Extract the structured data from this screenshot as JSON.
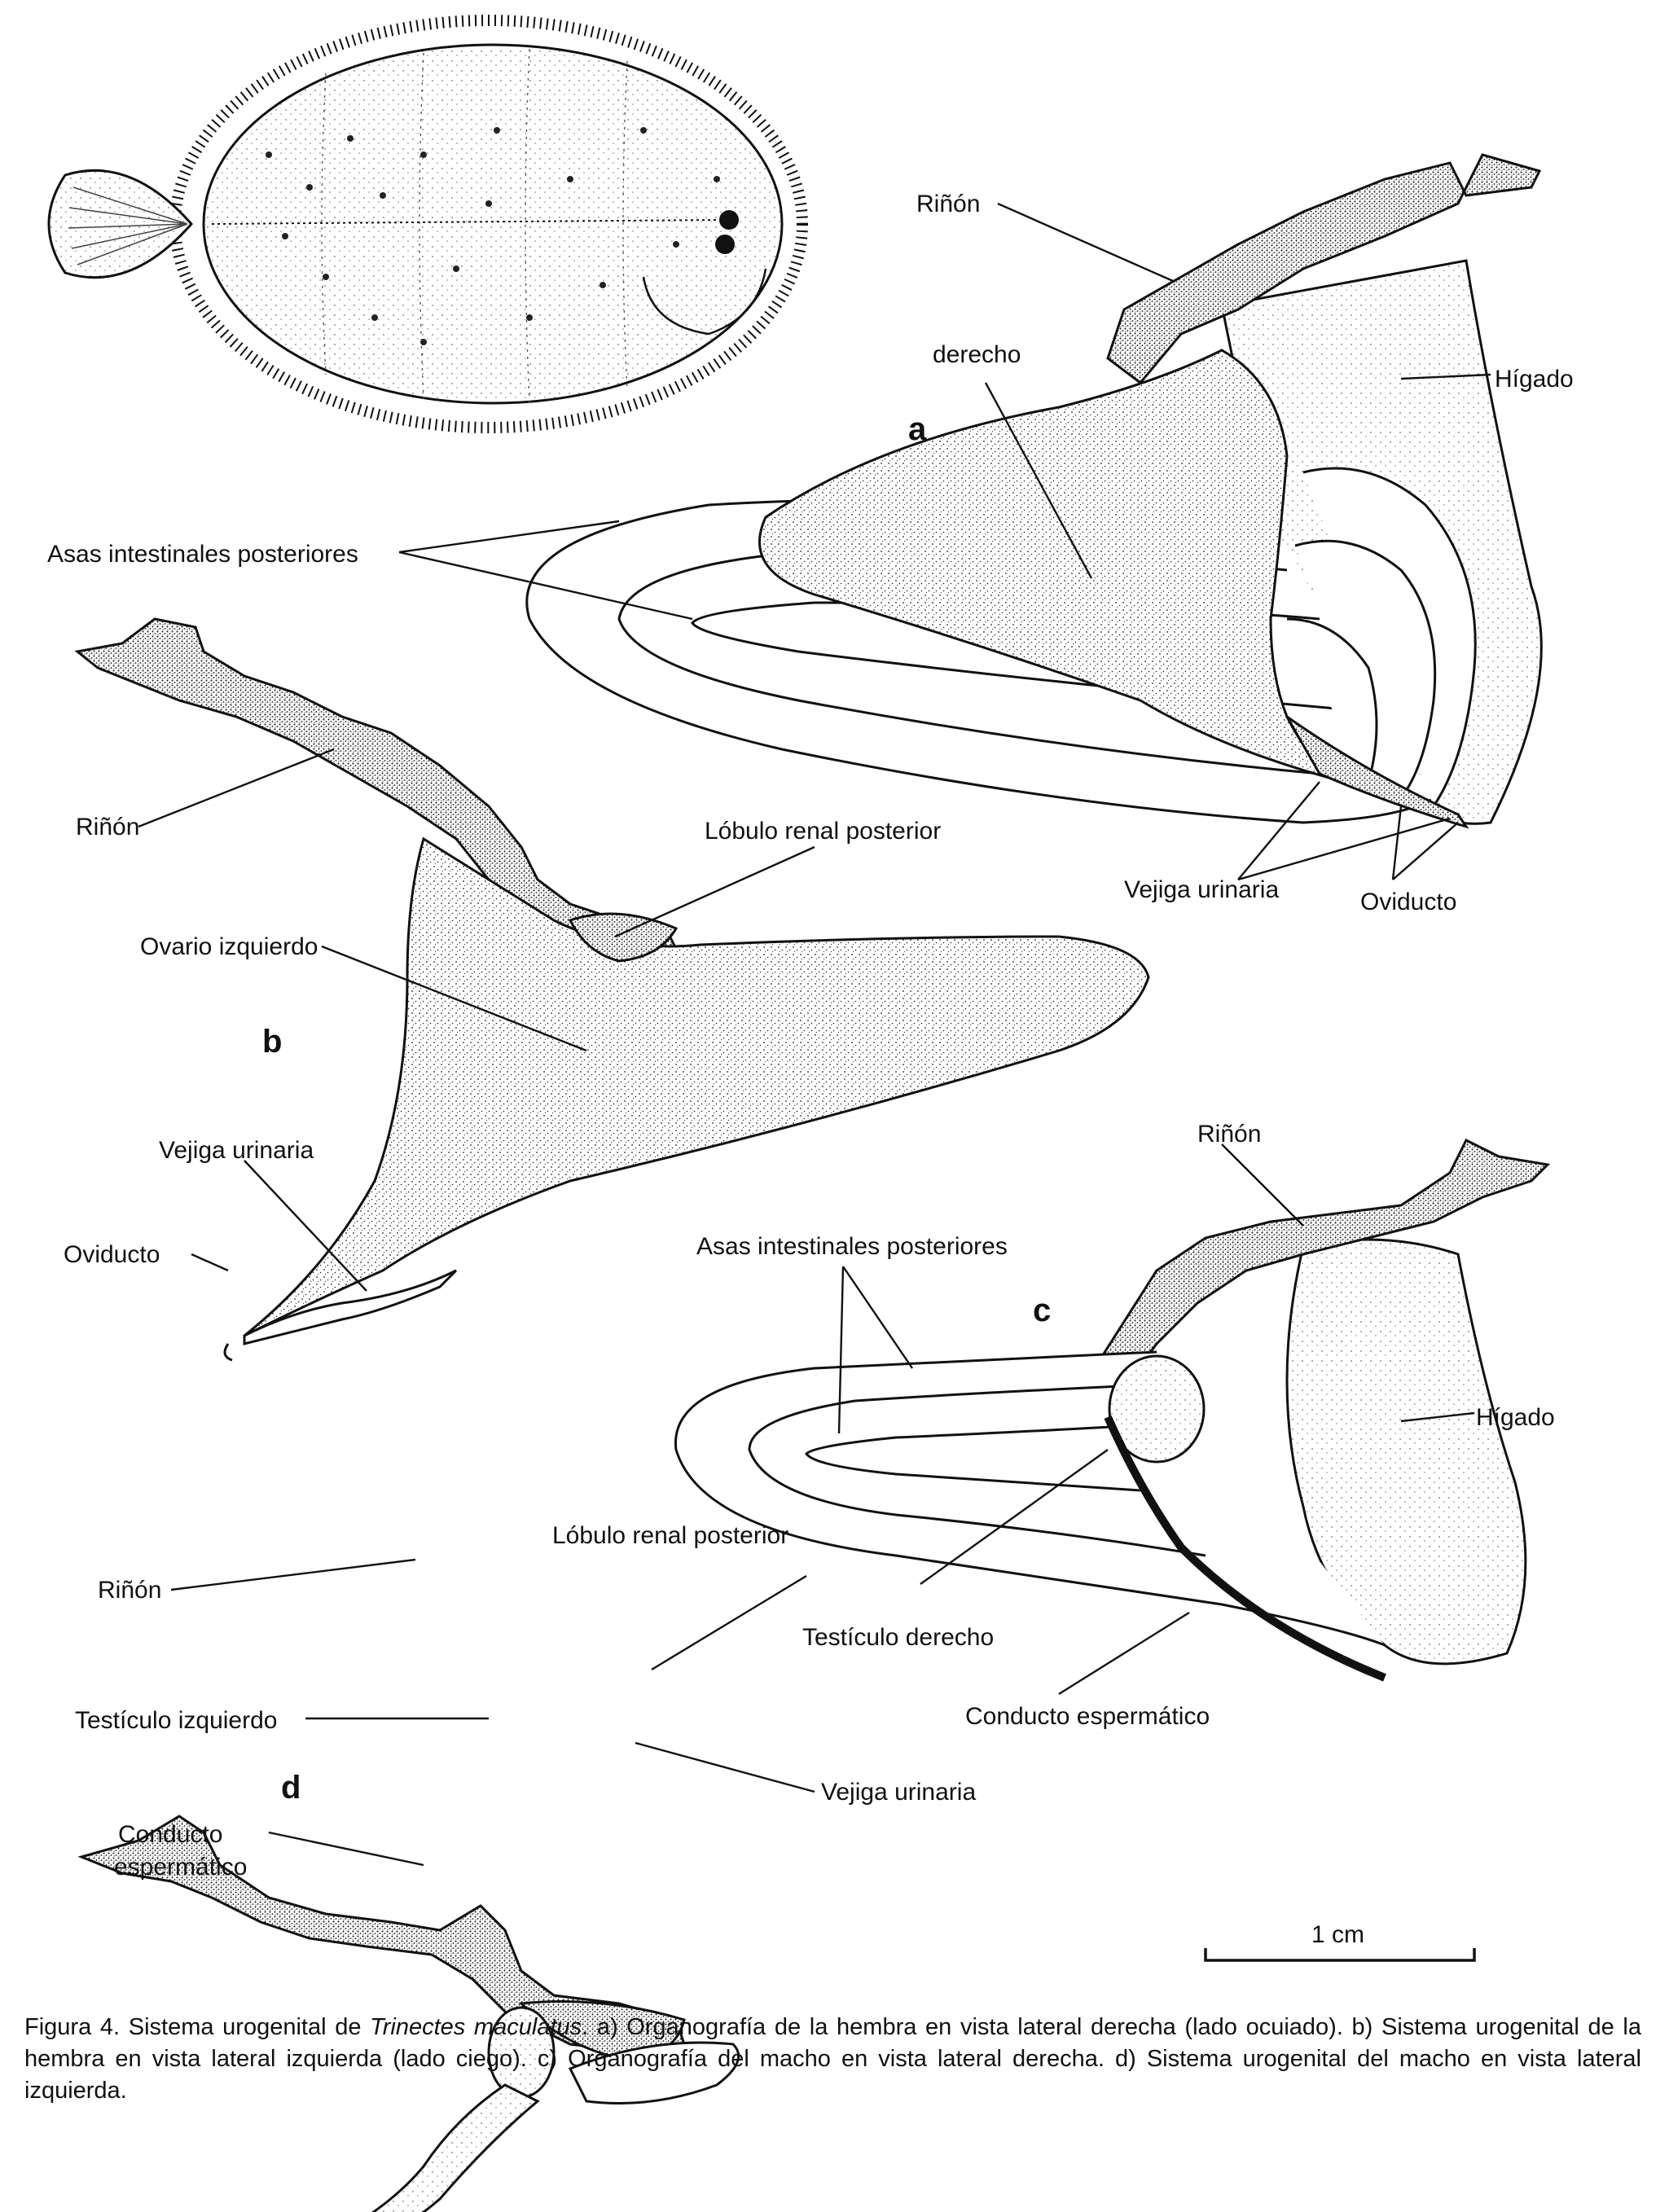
{
  "labels": {
    "a": {
      "panel": "a",
      "rinon": "Riñón",
      "derecho": "derecho",
      "higado": "Hígado",
      "asas": "Asas intestinales posteriores",
      "vejiga": "Vejiga urinaria",
      "oviducto": "Oviducto"
    },
    "b": {
      "panel": "b",
      "rinon": "Riñón",
      "lobulo": "Lóbulo renal posterior",
      "ovario": "Ovario izquierdo",
      "vejiga": "Vejiga urinaria",
      "oviducto": "Oviducto"
    },
    "c": {
      "panel": "c",
      "rinon": "Riñón",
      "asas": "Asas intestinales posteriores",
      "higado": "Hígado",
      "testiculo": "Testículo derecho",
      "conducto": "Conducto espermático"
    },
    "d": {
      "panel": "d",
      "rinon": "Riñón",
      "lobulo": "Lóbulo renal posterior",
      "testiculo": "Testículo izquierdo",
      "vejiga": "Vejiga urinaria",
      "conducto_line1": "Conducto",
      "conducto_line2": "espermático"
    }
  },
  "scale_bar": {
    "label": "1 cm"
  },
  "caption": {
    "prefix": "Figura 4. Sistema urogenital de ",
    "species": "Trinectes maculatus",
    "text": ". a) Organografía de la hembra en vista lateral derecha (lado ocuiado). b) Sistema urogenital de la hembra en vista lateral izquierda (lado ciego). c) Organografía del macho en vista lateral derecha. d) Sistema urogenital del macho en vista lateral izquierda."
  },
  "colors": {
    "ink": "#111111",
    "paper": "#ffffff"
  }
}
